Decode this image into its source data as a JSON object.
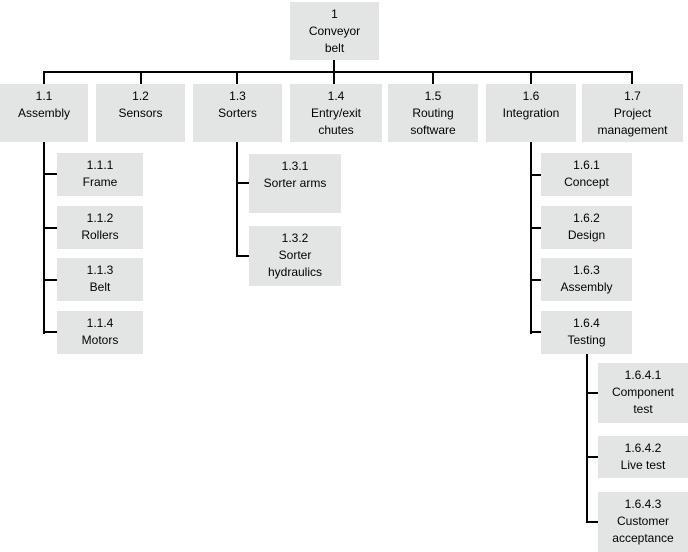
{
  "diagram_type": "work-breakdown-structure",
  "colors": {
    "background": "#ffffff",
    "box_fill": "#e3e4e4",
    "connector": "#000000",
    "text": "#000000"
  },
  "tree": {
    "id": "1",
    "label": "Conveyor\nbelt",
    "children": [
      {
        "id": "1.1",
        "label": "Assembly",
        "children": [
          {
            "id": "1.1.1",
            "label": "Frame"
          },
          {
            "id": "1.1.2",
            "label": "Rollers"
          },
          {
            "id": "1.1.3",
            "label": "Belt"
          },
          {
            "id": "1.1.4",
            "label": "Motors"
          }
        ]
      },
      {
        "id": "1.2",
        "label": "Sensors",
        "children": []
      },
      {
        "id": "1.3",
        "label": "Sorters",
        "children": [
          {
            "id": "1.3.1",
            "label": "Sorter arms"
          },
          {
            "id": "1.3.2",
            "label": "Sorter\nhydraulics"
          }
        ]
      },
      {
        "id": "1.4",
        "label": "Entry/exit\nchutes",
        "children": []
      },
      {
        "id": "1.5",
        "label": "Routing\nsoftware",
        "children": []
      },
      {
        "id": "1.6",
        "label": "Integration",
        "children": [
          {
            "id": "1.6.1",
            "label": "Concept"
          },
          {
            "id": "1.6.2",
            "label": "Design"
          },
          {
            "id": "1.6.3",
            "label": "Assembly"
          },
          {
            "id": "1.6.4",
            "label": "Testing",
            "children": [
              {
                "id": "1.6.4.1",
                "label": "Component\ntest"
              },
              {
                "id": "1.6.4.2",
                "label": "Live test"
              },
              {
                "id": "1.6.4.3",
                "label": "Customer\nacceptance"
              }
            ]
          }
        ]
      },
      {
        "id": "1.7",
        "label": "Project\nmanagement",
        "children": []
      }
    ]
  }
}
